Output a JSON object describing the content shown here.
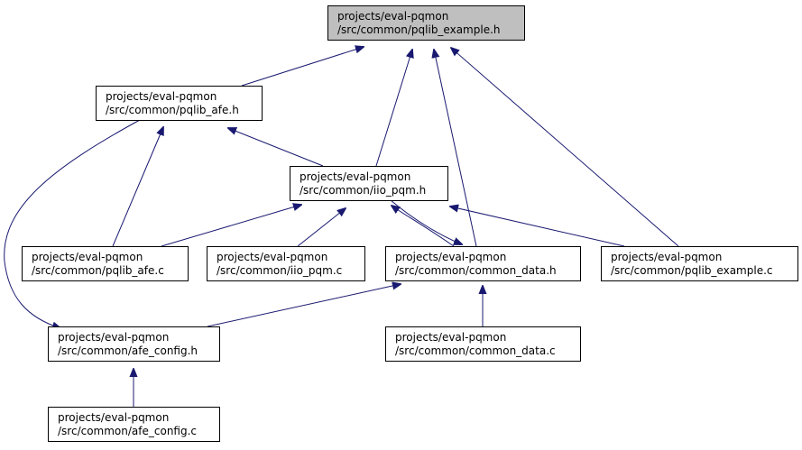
{
  "colors": {
    "edge": "#191970",
    "node_fill": "#ffffff",
    "node_highlight_fill": "#bfbfbf",
    "node_border": "#000000"
  },
  "nodes": [
    {
      "id": "pqlib_example_h",
      "line1": "projects/eval-pqmon",
      "line2": "/src/common/pqlib_example.h",
      "highlight": true
    },
    {
      "id": "pqlib_afe_h",
      "line1": "projects/eval-pqmon",
      "line2": "/src/common/pqlib_afe.h",
      "highlight": false
    },
    {
      "id": "iio_pqm_h",
      "line1": "projects/eval-pqmon",
      "line2": "/src/common/iio_pqm.h",
      "highlight": false
    },
    {
      "id": "pqlib_afe_c",
      "line1": "projects/eval-pqmon",
      "line2": "/src/common/pqlib_afe.c",
      "highlight": false
    },
    {
      "id": "iio_pqm_c",
      "line1": "projects/eval-pqmon",
      "line2": "/src/common/iio_pqm.c",
      "highlight": false
    },
    {
      "id": "common_data_h",
      "line1": "projects/eval-pqmon",
      "line2": "/src/common/common_data.h",
      "highlight": false
    },
    {
      "id": "pqlib_example_c",
      "line1": "projects/eval-pqmon",
      "line2": "/src/common/pqlib_example.c",
      "highlight": false
    },
    {
      "id": "afe_config_h",
      "line1": "projects/eval-pqmon",
      "line2": "/src/common/afe_config.h",
      "highlight": false
    },
    {
      "id": "common_data_c",
      "line1": "projects/eval-pqmon",
      "line2": "/src/common/common_data.c",
      "highlight": false
    },
    {
      "id": "afe_config_c",
      "line1": "projects/eval-pqmon",
      "line2": "/src/common/afe_config.c",
      "highlight": false
    }
  ],
  "edges": [
    {
      "from": "pqlib_afe_h",
      "to": "pqlib_example_h"
    },
    {
      "from": "iio_pqm_h",
      "to": "pqlib_example_h"
    },
    {
      "from": "common_data_h",
      "to": "pqlib_example_h"
    },
    {
      "from": "pqlib_example_c",
      "to": "pqlib_example_h"
    },
    {
      "from": "iio_pqm_h",
      "to": "pqlib_afe_h"
    },
    {
      "from": "pqlib_afe_c",
      "to": "pqlib_afe_h"
    },
    {
      "from": "afe_config_h",
      "to": "pqlib_afe_h"
    },
    {
      "from": "pqlib_afe_c",
      "to": "iio_pqm_h"
    },
    {
      "from": "iio_pqm_c",
      "to": "iio_pqm_h"
    },
    {
      "from": "common_data_h",
      "to": "iio_pqm_h"
    },
    {
      "from": "iio_pqm_h",
      "to": "common_data_h"
    },
    {
      "from": "pqlib_example_c",
      "to": "iio_pqm_h"
    },
    {
      "from": "afe_config_h",
      "to": "common_data_h"
    },
    {
      "from": "common_data_c",
      "to": "common_data_h"
    },
    {
      "from": "afe_config_c",
      "to": "afe_config_h"
    }
  ]
}
